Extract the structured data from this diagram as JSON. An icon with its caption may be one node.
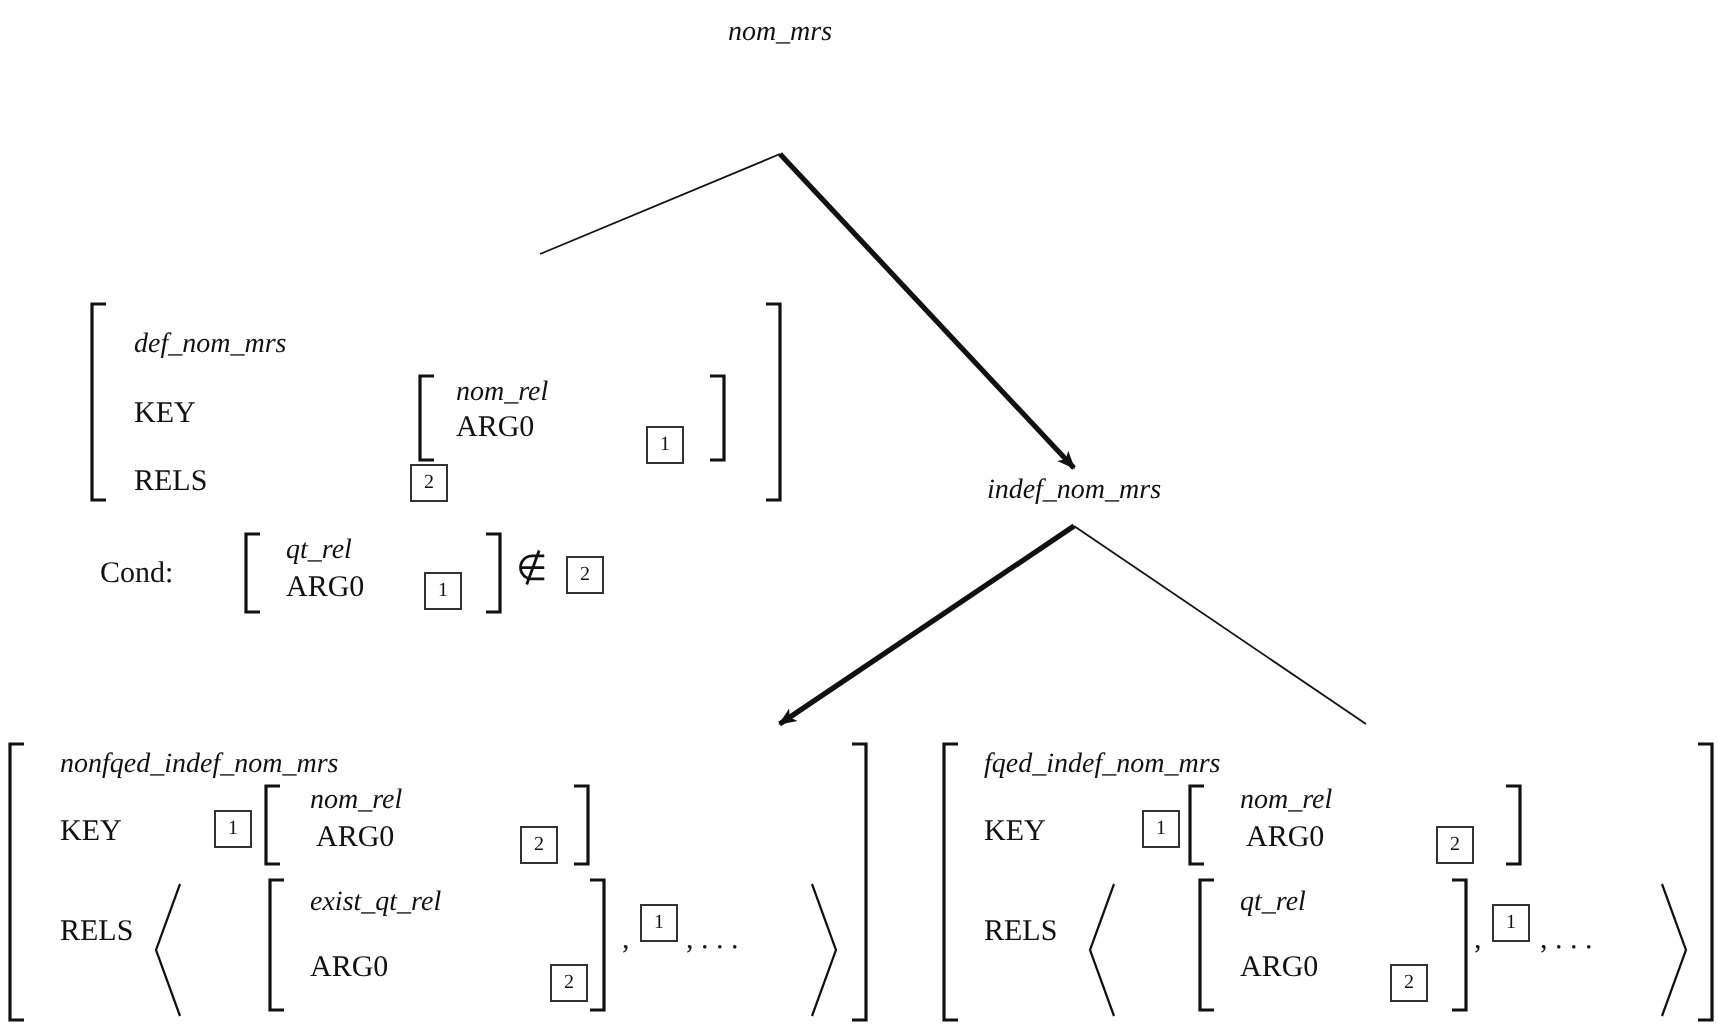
{
  "diagram": {
    "nodes": [
      {
        "text": [
          "nom_mrs"
        ]
      },
      {
        "text": [
          "def_nom_mrs",
          "KEY",
          "RELS"
        ]
      },
      {
        "text": [
          "nom_rel",
          "ARG0"
        ],
        "in": 1
      },
      {
        "text": [
          "1"
        ],
        "in": 2
      },
      {
        "text": [
          "2"
        ],
        "in": 1
      },
      {
        "text": [
          "qt_rel",
          "ARG0"
        ]
      },
      {
        "text": [
          "1"
        ],
        "in": 5
      },
      {
        "text": [
          "2"
        ]
      },
      {
        "text": [
          "indef_nom_mrs"
        ]
      },
      {
        "text": [
          "nonfqed_indef_nom_mrs",
          "KEY",
          "RELS",
          ",",
          ", . . ."
        ]
      },
      {
        "text": [
          "1"
        ],
        "in": 9
      },
      {
        "text": [
          "nom_rel",
          "ARG0"
        ],
        "in": 9
      },
      {
        "text": [
          "2"
        ],
        "in": 11
      },
      {
        "text": [
          "exist_qt_rel",
          "ARG0"
        ],
        "in": 9
      },
      {
        "text": [
          "2"
        ],
        "in": 13
      },
      {
        "text": [
          "1"
        ],
        "in": 9
      },
      {
        "text": [
          "fqed_indef_nom_mrs",
          "KEY",
          "RELS",
          ",",
          ", . . ."
        ]
      },
      {
        "text": [
          "1"
        ],
        "in": 16
      },
      {
        "text": [
          "nom_rel",
          "ARG0"
        ],
        "in": 16
      },
      {
        "text": [
          "2"
        ],
        "in": 18
      },
      {
        "text": [
          "qt_rel",
          "ARG0"
        ],
        "in": 16
      },
      {
        "text": [
          "2"
        ],
        "in": 20
      },
      {
        "text": [
          "1"
        ],
        "in": 16
      }
    ],
    "edges": [
      {
        "from": 0,
        "to": 1,
        "arrow": "none"
      },
      {
        "from": 0,
        "to": 8,
        "arrow": "to",
        "style": "thick"
      },
      {
        "from": 8,
        "to": 9,
        "arrow": "to",
        "style": "thick"
      },
      {
        "from": 8,
        "to": 16,
        "arrow": "none"
      }
    ],
    "labels": [
      "Cond:",
      "∉"
    ]
  }
}
